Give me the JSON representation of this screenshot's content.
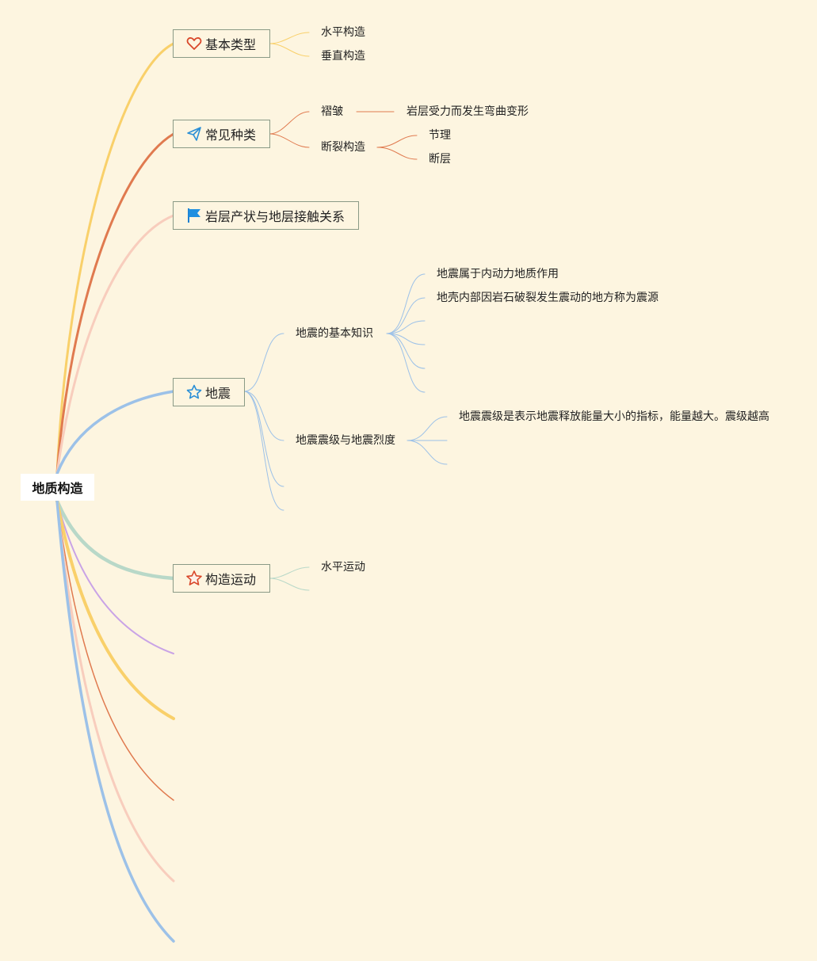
{
  "root": {
    "label": "地质构造"
  },
  "colors": {
    "background": "#fdf5e0",
    "yellow": "#f9d06a",
    "orange": "#e07a4f",
    "pink": "#f8cdbd",
    "blue": "#9cc1e8",
    "teal": "#b8d8c8",
    "purple": "#c9a3e6"
  },
  "branches": {
    "basic_types": {
      "label": "基本类型",
      "icon": "heart-icon",
      "children": [
        "水平构造",
        "垂直构造"
      ]
    },
    "common_kinds": {
      "label": "常见种类",
      "icon": "paper-plane-icon",
      "fold": {
        "label": "褶皱",
        "detail": "岩层受力而发生弯曲变形"
      },
      "fault": {
        "label": "断裂构造",
        "children": [
          "节理",
          "断层"
        ]
      }
    },
    "attitude": {
      "label": "岩层产状与地层接触关系",
      "icon": "flag-icon"
    },
    "earthquake": {
      "label": "地震",
      "icon": "star-outline-icon",
      "basics": {
        "label": "地震的基本知识",
        "children": [
          "地震属于内动力地质作用",
          "地壳内部因岩石破裂发生震动的地方称为震源"
        ]
      },
      "magnitude": {
        "label": "地震震级与地震烈度",
        "children": [
          "地震震级是表示地震释放能量大小的指标，能量越大。震级越高"
        ]
      }
    },
    "tectonic_movement": {
      "label": "构造运动",
      "icon": "star-red-icon",
      "children": [
        "水平运动"
      ]
    }
  }
}
